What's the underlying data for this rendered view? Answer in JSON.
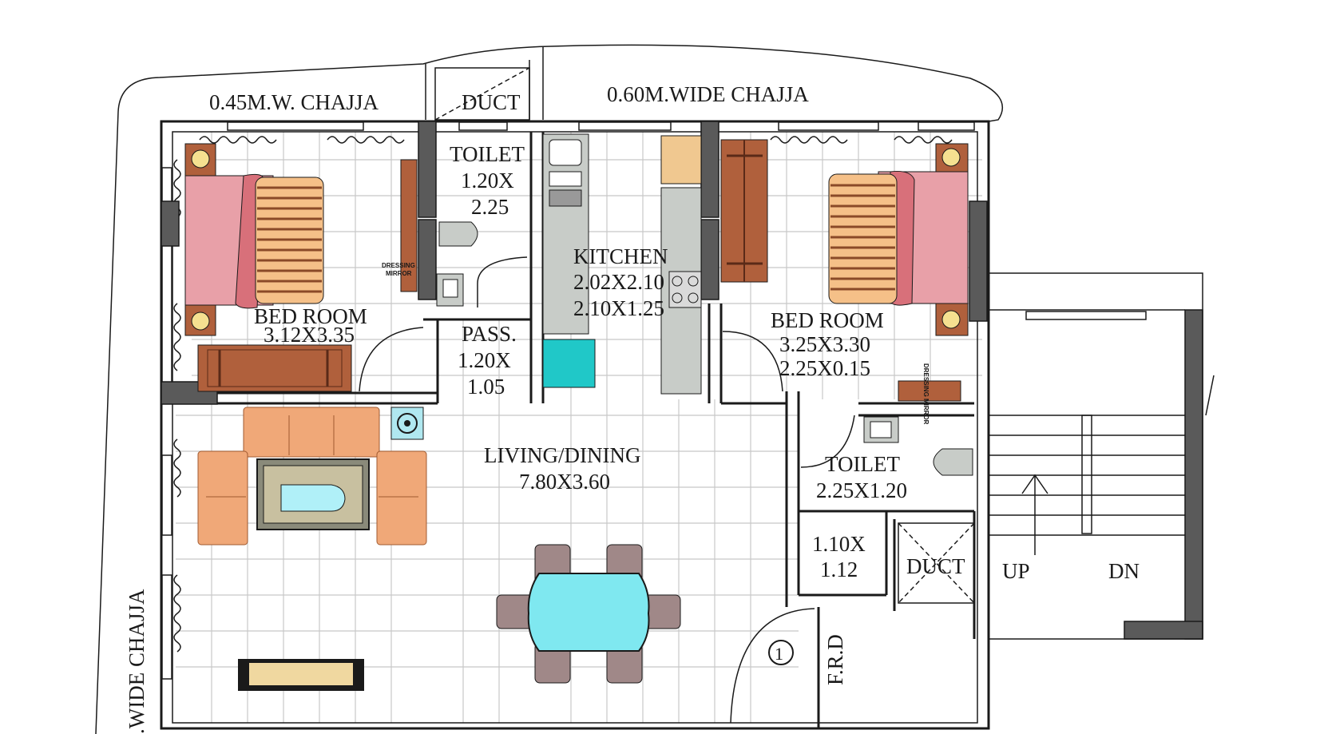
{
  "colors": {
    "grid": "#c8c8c8",
    "wall": "#1a1a1a",
    "column": "#5a5a5a",
    "bed_head": "#e8a0a8",
    "bed_stripes": "#f5c088",
    "wardrobe": "#a85a38",
    "sofa": "#f0a878",
    "table_top": "#7fe8f0",
    "chair": "#a08888",
    "counter": "#c8ccc8"
  },
  "labels": {
    "chajja_left": "0.45M.W. CHAJJA",
    "chajja_top": "0.60M.WIDE CHAJJA",
    "chajja_side": ".WIDE CHAJJA",
    "duct_top": "DUCT",
    "toilet1_name": "TOILET",
    "toilet1_dim1": "1.20X",
    "toilet1_dim2": "2.25",
    "kitchen_name": "KITCHEN",
    "kitchen_dim1": "2.02X2.10",
    "kitchen_dim2": "2.10X1.25",
    "bed1_name": "BED ROOM",
    "bed1_dim": "3.12X3.35",
    "pass_name": "PASS.",
    "pass_dim1": "1.20X",
    "pass_dim2": "1.05",
    "bed2_name": "BED ROOM",
    "bed2_dim1": "3.25X3.30",
    "bed2_dim2": "2.25X0.15",
    "living_name": "LIVING/DINING",
    "living_dim": "7.80X3.60",
    "toilet2_name": "TOILET",
    "toilet2_dim": "2.25X1.20",
    "wash_dim1": "1.10X",
    "wash_dim2": "1.12",
    "duct_bottom": "DUCT",
    "stair_up": "UP",
    "stair_dn": "DN",
    "frd": "F.R.D",
    "door_number": "1",
    "dressing_mirror_1a": "DRESSING",
    "dressing_mirror_1b": "MIRROR",
    "dressing_mirror_2": "DRESSING MIRROR"
  }
}
